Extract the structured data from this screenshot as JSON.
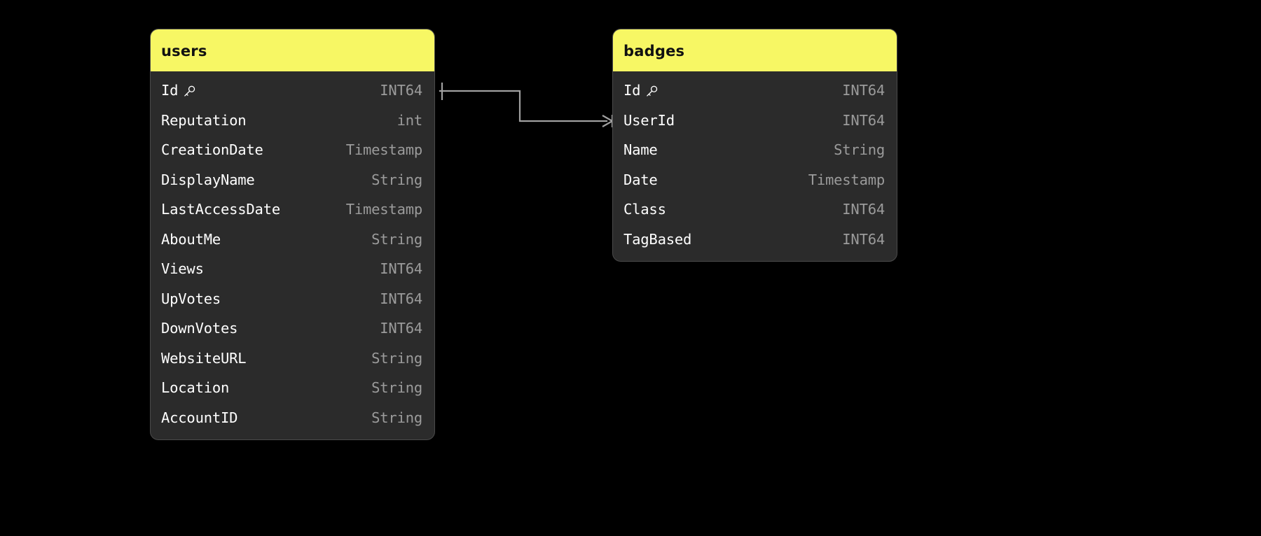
{
  "diagram": {
    "type": "entity-relationship-diagram",
    "background_color": "#000000",
    "header_color": "#f7f764",
    "body_color": "#2b2b2b",
    "line_color": "#a0a0a0",
    "tables": [
      {
        "name": "users",
        "fields": [
          {
            "name": "Id",
            "type": "INT64",
            "primary_key": true,
            "icon": "key-icon"
          },
          {
            "name": "Reputation",
            "type": "int",
            "primary_key": false
          },
          {
            "name": "CreationDate",
            "type": "Timestamp",
            "primary_key": false
          },
          {
            "name": "DisplayName",
            "type": "String",
            "primary_key": false
          },
          {
            "name": "LastAccessDate",
            "type": "Timestamp",
            "primary_key": false
          },
          {
            "name": "AboutMe",
            "type": "String",
            "primary_key": false
          },
          {
            "name": "Views",
            "type": "INT64",
            "primary_key": false
          },
          {
            "name": "UpVotes",
            "type": "INT64",
            "primary_key": false
          },
          {
            "name": "DownVotes",
            "type": "INT64",
            "primary_key": false
          },
          {
            "name": "WebsiteURL",
            "type": "String",
            "primary_key": false
          },
          {
            "name": "Location",
            "type": "String",
            "primary_key": false
          },
          {
            "name": "AccountID",
            "type": "String",
            "primary_key": false
          }
        ]
      },
      {
        "name": "badges",
        "fields": [
          {
            "name": "Id",
            "type": "INT64",
            "primary_key": true,
            "icon": "key-icon"
          },
          {
            "name": "UserId",
            "type": "INT64",
            "primary_key": false
          },
          {
            "name": "Name",
            "type": "String",
            "primary_key": false
          },
          {
            "name": "Date",
            "type": "Timestamp",
            "primary_key": false
          },
          {
            "name": "Class",
            "type": "INT64",
            "primary_key": false
          },
          {
            "name": "TagBased",
            "type": "INT64",
            "primary_key": false
          }
        ]
      }
    ],
    "relationships": [
      {
        "from_table": "users",
        "from_field": "Id",
        "to_table": "badges",
        "to_field": "UserId",
        "from_cardinality": "one",
        "to_cardinality": "many"
      }
    ]
  }
}
